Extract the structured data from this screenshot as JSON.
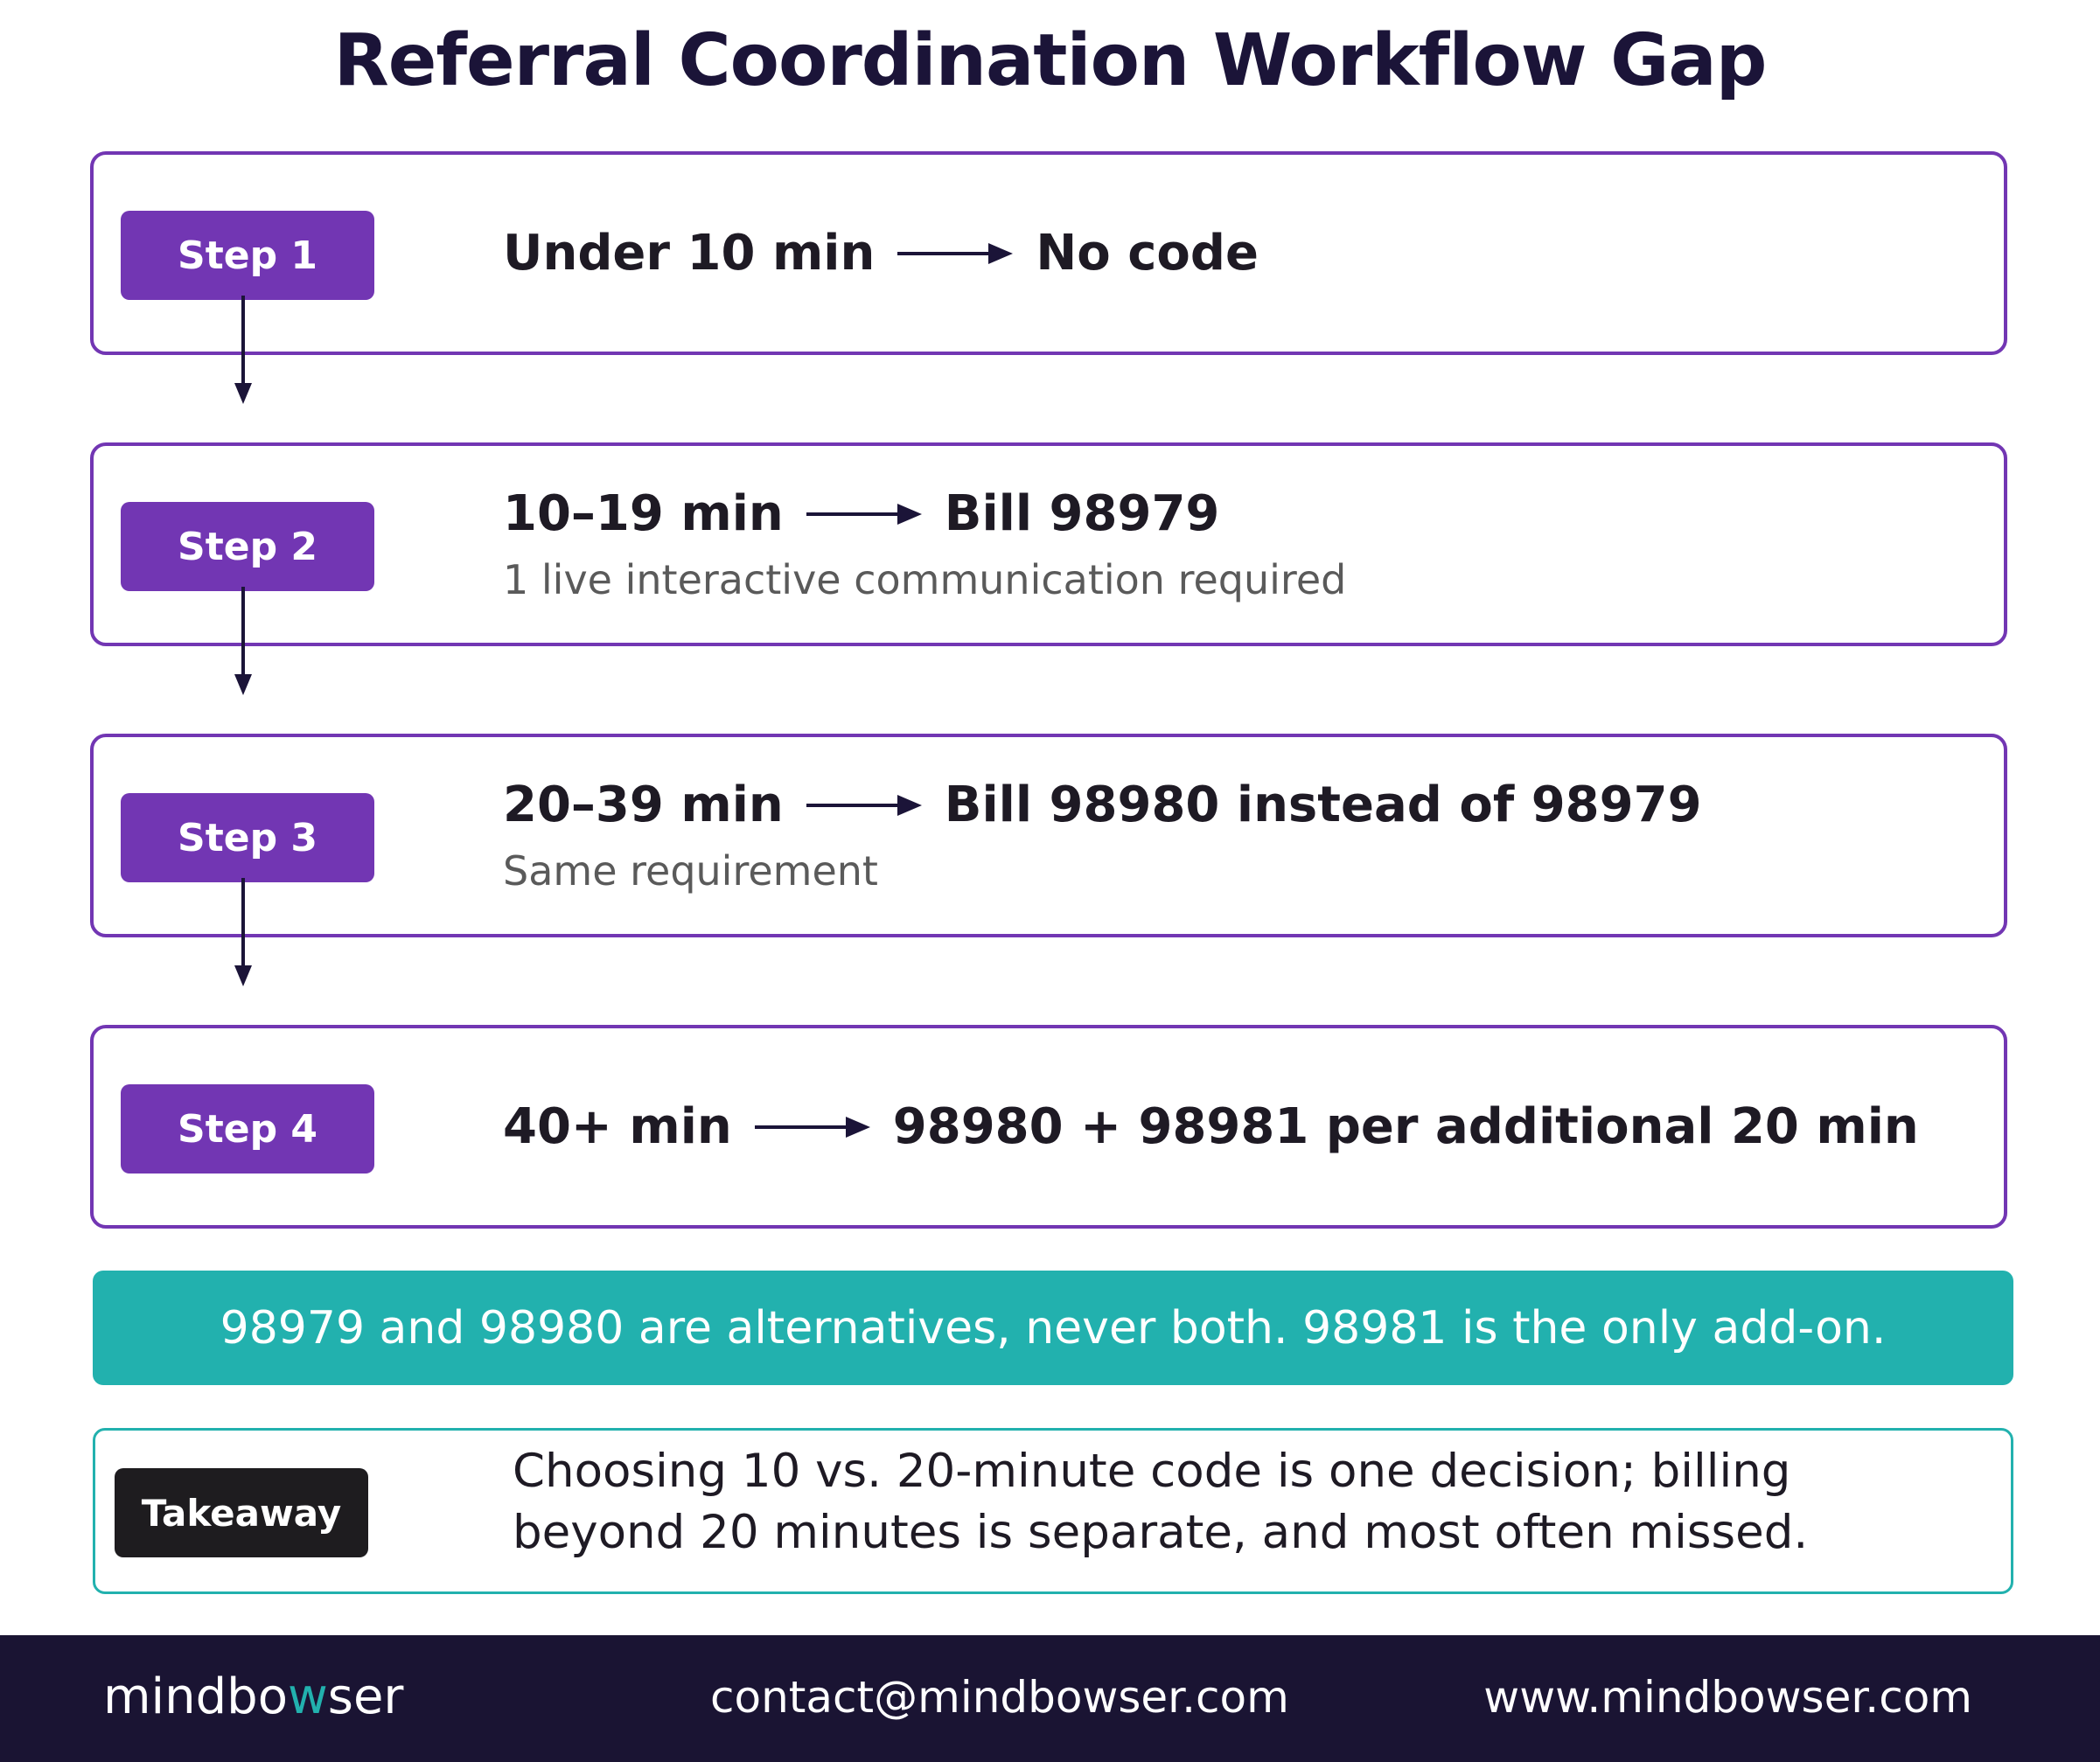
{
  "title": "Referral Coordination Workflow Gap",
  "colors": {
    "step_accent": "#7236b3",
    "note_accent": "#22b1ae",
    "takeaway_badge": "#1e1c1f",
    "footer_bg": "#1a1433"
  },
  "steps": [
    {
      "badge": "Step 1",
      "time": "Under 10 min",
      "result": "No code",
      "detail": ""
    },
    {
      "badge": "Step 2",
      "time": "10–19 min",
      "result": "Bill 98979",
      "detail": "1 live interactive communication required"
    },
    {
      "badge": "Step 3",
      "time": "20–39 min",
      "result": "Bill 98980 instead of 98979",
      "detail": "Same requirement"
    },
    {
      "badge": "Step 4",
      "time": "40+ min",
      "result": "98980 + 98981 per additional 20 min",
      "detail": ""
    }
  ],
  "note": "98979 and 98980 are alternatives, never both. 98981 is the only add-on.",
  "takeaway": {
    "badge": "Takeaway",
    "line1": "Choosing 10 vs. 20-minute code is one decision; billing",
    "line2": "beyond 20 minutes is separate, and most often missed."
  },
  "footer": {
    "logo_prefix": "mindbo",
    "logo_accent": "w",
    "logo_suffix": "ser",
    "email": "contact@mindbowser.com",
    "website": "www.mindbowser.com"
  },
  "icons": {
    "flow_arrow": "arrow-right-icon",
    "step_connector": "arrow-down-icon"
  }
}
